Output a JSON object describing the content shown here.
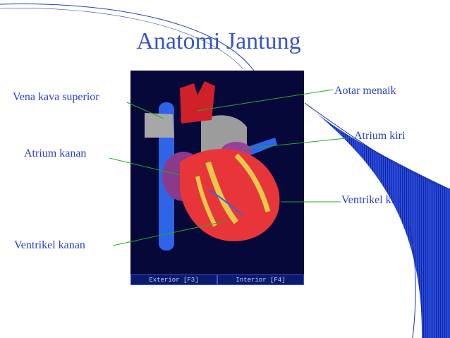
{
  "slide": {
    "title": "Anatomi Jantung",
    "labels": {
      "vena_kava_superior": "Vena kava superior",
      "atrium_kanan": "Atrium kanan",
      "ventrikel_kanan": "Ventrikel kanan",
      "aotar_menaik": "Aotar menaik",
      "atrium_kiri": "Atrium kiri",
      "ventrikel_kiri": "Ventrikel kiri"
    },
    "buttons": {
      "exterior": "Exterior [F3]",
      "interior": "Interior [F4]"
    }
  },
  "colors": {
    "title": "#3a55c8",
    "label": "#2a3fd0",
    "leader_line": "#22aa22",
    "panel_bg": "#07083a",
    "ribbon": "#1f3fcf"
  }
}
